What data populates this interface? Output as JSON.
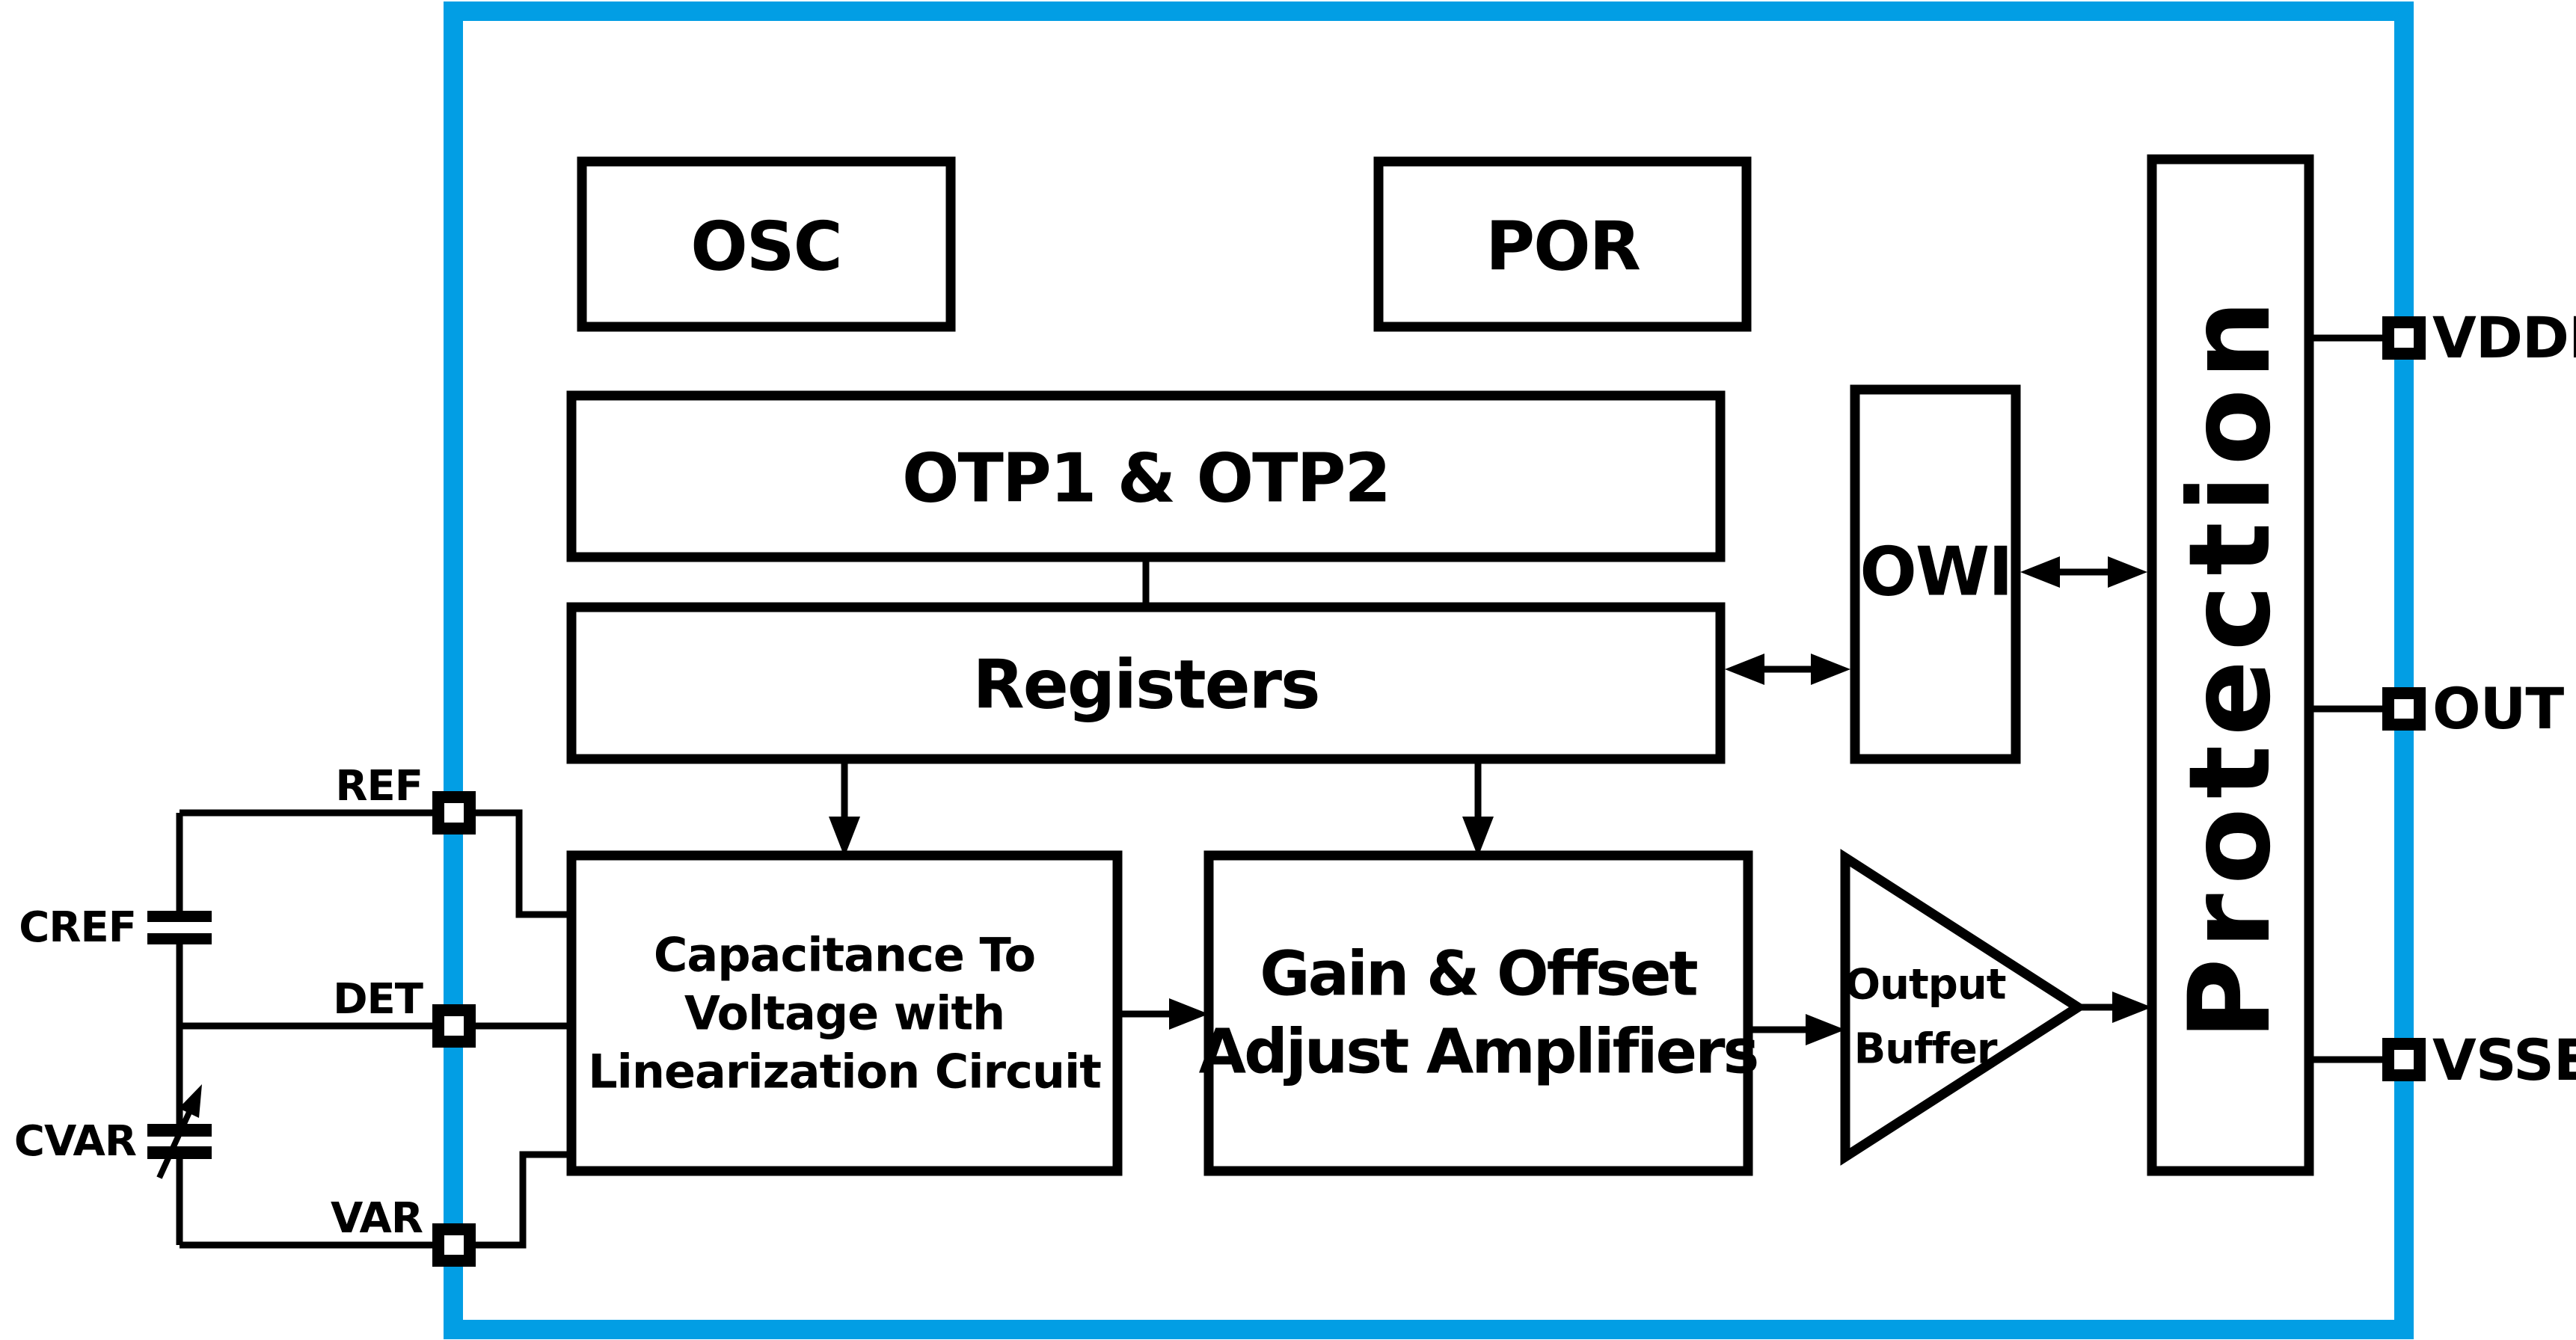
{
  "chip": {
    "colors": {
      "border": "#029EE4",
      "ink": "#000000",
      "background": "#FFFFFF"
    },
    "blocks": {
      "osc": {
        "label": "OSC"
      },
      "por": {
        "label": "POR"
      },
      "otp": {
        "label": "OTP1 & OTP2"
      },
      "registers": {
        "label": "Registers"
      },
      "owi": {
        "label": "OWI"
      },
      "protection": {
        "label": "Protection"
      },
      "cap_to_voltage": {
        "line1": "Capacitance To",
        "line2": "Voltage with",
        "line3": "Linearization Circuit"
      },
      "gain_offset": {
        "line1": "Gain & Offset",
        "line2": "Adjust Amplifiers"
      },
      "output_buffer": {
        "line1": "Output",
        "line2": "Buffer"
      }
    },
    "pins": {
      "ref": {
        "label": "REF"
      },
      "det": {
        "label": "DET"
      },
      "var": {
        "label": "VAR"
      },
      "vdde": {
        "label": "VDDE"
      },
      "out": {
        "label": "OUT"
      },
      "vsse": {
        "label": "VSSE"
      }
    },
    "external_components": {
      "cref": {
        "label": "CREF"
      },
      "cvar": {
        "label": "CVAR"
      }
    }
  }
}
